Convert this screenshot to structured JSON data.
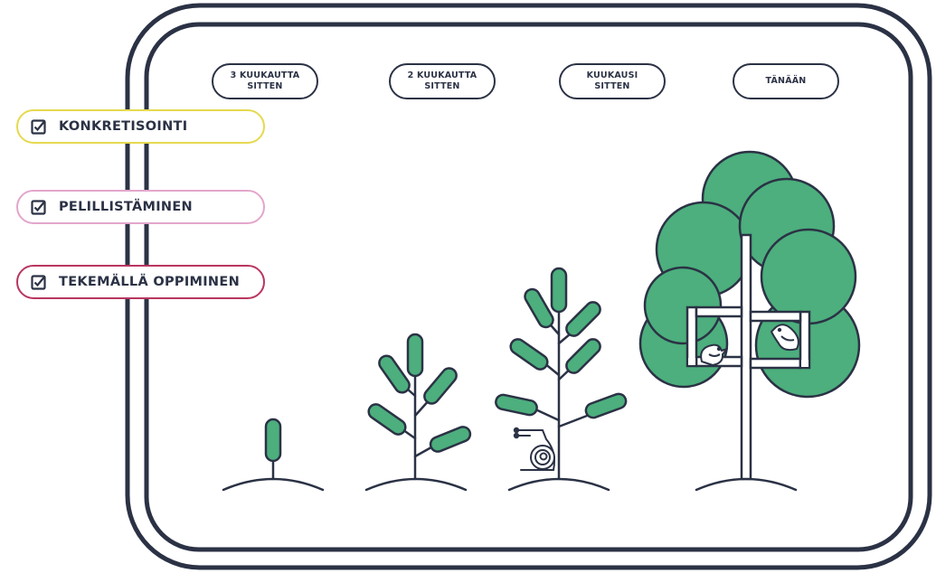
{
  "timeline": [
    {
      "line1": "3 KUUKAUTTA",
      "line2": "SITTEN"
    },
    {
      "line1": "2 KUUKAUTTA",
      "line2": "SITTEN"
    },
    {
      "line1": "KUUKAUSI",
      "line2": "SITTEN"
    },
    {
      "line1": "TÄNÄÄN",
      "line2": ""
    }
  ],
  "labels": [
    {
      "text": "KONKRETISOINTI",
      "color": "#e6d94f"
    },
    {
      "text": "PELILLISTÄMINEN",
      "color": "#e3a6cc"
    },
    {
      "text": "TEKEMÄLLÄ OPPIMINEN",
      "color": "#b9365f"
    }
  ],
  "colors": {
    "ink": "#2b3245",
    "leaf": "#4caf7d",
    "background": "#ffffff"
  }
}
